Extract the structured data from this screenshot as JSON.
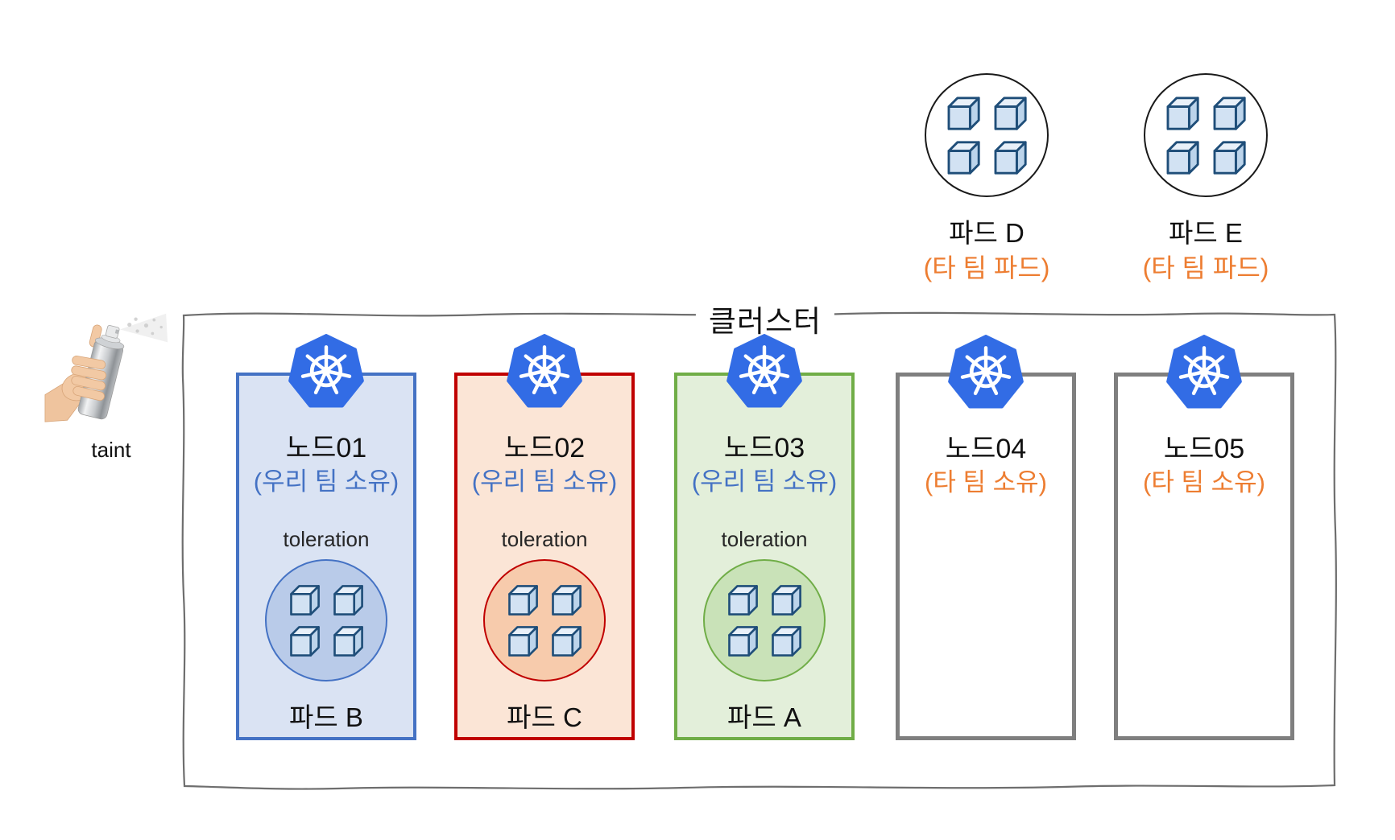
{
  "taint": {
    "label": "taint",
    "icon": "spray-can-icon"
  },
  "cluster": {
    "label": "클러스터",
    "border_color": "#6e6e6e",
    "nodes": [
      {
        "name": "노드01",
        "ownership": "(우리 팀 소유)",
        "ownership_color": "#4472C4",
        "toleration": "toleration",
        "pod": {
          "label": "파드 B",
          "cube_count": 4
        },
        "border_color": "#4472C4",
        "background": "#DAE3F3",
        "pod_circle_fill": "#B9CBE9"
      },
      {
        "name": "노드02",
        "ownership": "(우리 팀 소유)",
        "ownership_color": "#4472C4",
        "toleration": "toleration",
        "pod": {
          "label": "파드 C",
          "cube_count": 4
        },
        "border_color": "#C00000",
        "background": "#FBE5D6",
        "pod_circle_fill": "#F7CBAC"
      },
      {
        "name": "노드03",
        "ownership": "(우리 팀 소유)",
        "ownership_color": "#4472C4",
        "toleration": "toleration",
        "pod": {
          "label": "파드 A",
          "cube_count": 4
        },
        "border_color": "#70AD47",
        "background": "#E3EFDA",
        "pod_circle_fill": "#C9E2B8"
      },
      {
        "name": "노드04",
        "ownership": "(타 팀 소유)",
        "ownership_color": "#ED7D31",
        "border_color": "#7F7F7F",
        "background": "#FFFFFF"
      },
      {
        "name": "노드05",
        "ownership": "(타 팀 소유)",
        "ownership_color": "#ED7D31",
        "border_color": "#7F7F7F",
        "background": "#FFFFFF"
      }
    ]
  },
  "external_pods": [
    {
      "name": "파드 D",
      "subtitle": "(타 팀 파드)",
      "subtitle_color": "#ED7D31",
      "cube_count": 4
    },
    {
      "name": "파드 E",
      "subtitle": "(타 팀 파드)",
      "subtitle_color": "#ED7D31",
      "cube_count": 4
    }
  ],
  "icons": {
    "kubernetes": "kubernetes-helm-icon",
    "cube": "container-cube-icon",
    "spray": "spray-can-icon"
  },
  "colors": {
    "kubernetes_blue": "#326CE5",
    "cube_stroke": "#1F4E79",
    "cube_front": "#D2E2F3",
    "cube_top": "#E8F0F9",
    "cube_side": "#BCD4EB",
    "orange_text": "#ED7D31",
    "blue_text": "#4472C4"
  }
}
